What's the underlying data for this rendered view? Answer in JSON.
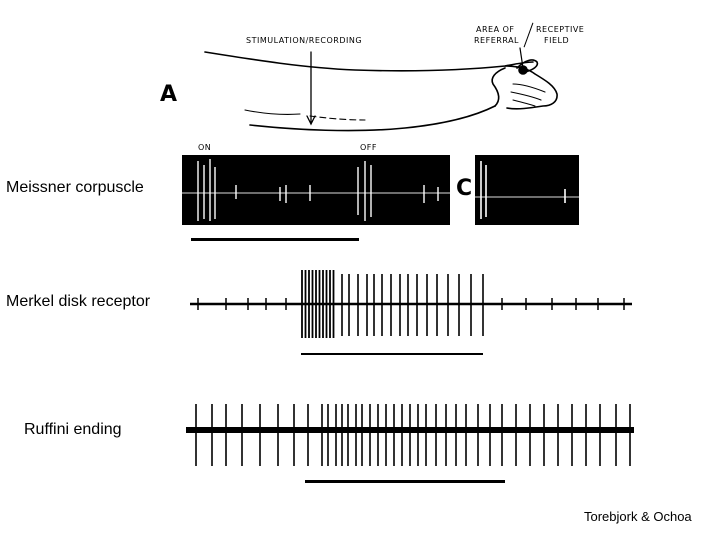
{
  "panel_a": {
    "letter": "A",
    "stim_label": "STIMULATION/RECORDING",
    "referral_label_1": "AREA OF",
    "referral_label_2": "REFERRAL",
    "receptive_label_1": "RECEPTIVE",
    "receptive_label_2": "FIELD"
  },
  "panel_c": {
    "letter": "C"
  },
  "traces": {
    "meissner": {
      "label": "Meissner corpuscle",
      "on_label": "ON",
      "off_label": "OFF"
    },
    "merkel": {
      "label": "Merkel disk receptor"
    },
    "ruffini": {
      "label": "Ruffini ending"
    }
  },
  "credit": "Torebjork & Ochoa"
}
